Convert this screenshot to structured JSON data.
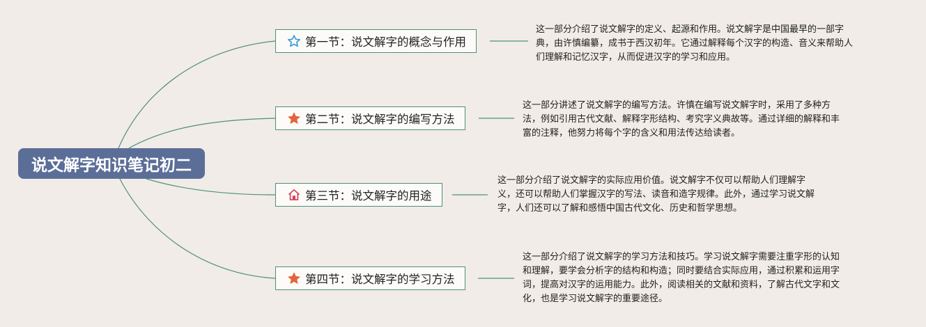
{
  "root": {
    "title": "说文解字知识笔记初二"
  },
  "topics": [
    {
      "icon": "star-outline-icon",
      "label": "第一节：说文解字的概念与作用",
      "note_lines": [
        "这一部分介绍了说文解字的定义、起源和作用。说文解字是中国最早的一部字",
        "典，由许慎编纂，成书于西汉初年。它通过解释每个汉字的构造、音义来帮助人",
        "们理解和记忆汉字，从而促进汉字的学习和应用。"
      ]
    },
    {
      "icon": "star-filled-icon",
      "label": "第二节：说文解字的编写方法",
      "note_lines": [
        "这一部分讲述了说文解字的编写方法。许慎在编写说文解字时，采用了多种方",
        "法，例如引用古代文献、解释字形结构、考究字义典故等。通过详细的解释和丰",
        "富的注释，他努力将每个字的含义和用法传达给读者。"
      ]
    },
    {
      "icon": "home-icon",
      "label": "第三节：说文解字的用途",
      "note_lines": [
        "这一部分介绍了说文解字的实际应用价值。说文解字不仅可以帮助人们理解字",
        "义，还可以帮助人们掌握汉字的写法、读音和造字规律。此外，通过学习说文解",
        "字，人们还可以了解和感悟中国古代文化、历史和哲学思想。"
      ]
    },
    {
      "icon": "star-filled-icon",
      "label": "第四节：说文解字的学习方法",
      "note_lines": [
        "这一部分介绍了说文解字的学习方法和技巧。学习说文解字需要注重字形的认知",
        "和理解，要学会分析字的结构和构造；同时要结合实际应用，通过积累和运用字",
        "词，提高对汉字的运用能力。此外，阅读相关的文献和资料，了解古代文字和文",
        "化，也是学习说文解字的重要途径。"
      ]
    }
  ],
  "colors": {
    "background": "#f1ece7",
    "root_fill": "#5b6e98",
    "branch_line": "#4f8f78",
    "star_outline": "#3a9ad9",
    "star_filled": "#e2663a",
    "home": "#d8405a"
  }
}
